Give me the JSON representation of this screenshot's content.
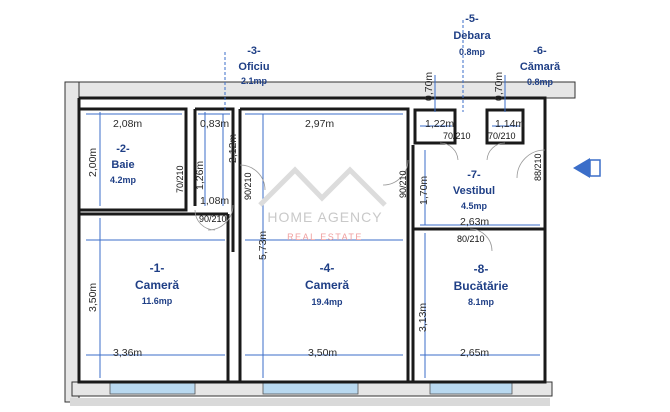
{
  "rooms": {
    "camera1": {
      "number": "-1-",
      "name": "Cameră",
      "area": "11.6mp"
    },
    "baie": {
      "number": "-2-",
      "name": "Baie",
      "area": "4.2mp"
    },
    "oficiu": {
      "number": "-3-",
      "name": "Oficiu",
      "area": "2.1mp"
    },
    "camera4": {
      "number": "-4-",
      "name": "Cameră",
      "area": "19.4mp"
    },
    "debara": {
      "number": "-5-",
      "name": "Debara",
      "area": "0.8mp"
    },
    "camara": {
      "number": "-6-",
      "name": "Cămară",
      "area": "0.8mp"
    },
    "vestibul": {
      "number": "-7-",
      "name": "Vestibul",
      "area": "4.5mp"
    },
    "bucatarie": {
      "number": "-8-",
      "name": "Bucătărie",
      "area": "8.1mp"
    }
  },
  "dimensions": {
    "baie_w": "2,08m",
    "baie_h": "2,00m",
    "oficiu_w": "0,83m",
    "oficiu_h": "2,12m",
    "oficiu_low_w": "1,08m",
    "oficiu_low_h": "1,26m",
    "camera4_w": "2,97m",
    "camera4_h": "5,73m",
    "debara_w": "1,22m",
    "debara_h": "0,70m",
    "camara_w": "1,14m",
    "camara_h": "0,70m",
    "vestibul_h": "1,70m",
    "vestibul_w": "2,63m",
    "camera1_h": "3,50m",
    "camera1_w": "3,36m",
    "camera4_bottom_w": "3,50m",
    "bucatarie_h": "3,13m",
    "bucatarie_w": "2,65m"
  },
  "doors": {
    "baie": "70/210",
    "oficiu": "90/210",
    "camera1": "90/210",
    "camera4": "90/210",
    "debara": "70/210",
    "camara": "70/210",
    "entrance": "88/210",
    "bucatarie": "80/210"
  },
  "watermark": {
    "line1": "HOME AGENCY",
    "line2": "REAL ESTATE"
  },
  "colors": {
    "text_blue": "#1f3f86",
    "dimension_blue": "#3b6ec9",
    "wall": "#222222",
    "entrance_marker": "#3b6ec9"
  },
  "icons": {
    "entrance": "entrance-arrow-icon"
  }
}
